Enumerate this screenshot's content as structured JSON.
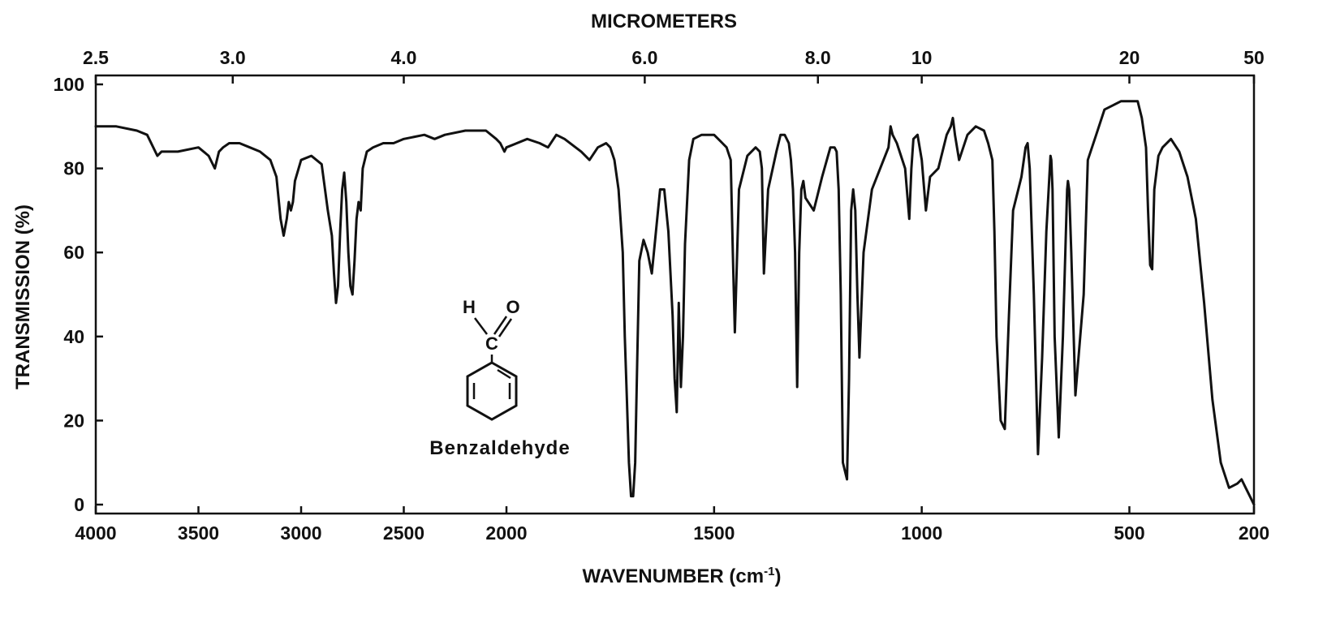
{
  "colors": {
    "line": "#111111",
    "background": "#ffffff"
  },
  "chart_data": {
    "type": "line",
    "title": "",
    "xlabel": "WAVENUMBER (cm",
    "xlabel_superscript": "-1",
    "xlabel_suffix": ")",
    "top_axis_label": "MICROMETERS",
    "ylabel": "TRANSMISSION (%)",
    "xlim": [
      4000,
      200
    ],
    "ylim": [
      0,
      100
    ],
    "x_axis_reversed": true,
    "grid": false,
    "legend": "none",
    "annotation": "Benzaldehyde",
    "structure_atoms": [
      "H",
      "O",
      "C"
    ],
    "bottom_ticks": [
      4000,
      3500,
      3000,
      2500,
      2000,
      1500,
      1000,
      500,
      200
    ],
    "bottom_tick_labels": [
      "4000",
      "3500",
      "3000",
      "2500",
      "2000",
      "1500",
      "1000",
      "500",
      "200"
    ],
    "top_ticks": [
      {
        "label": "2.5",
        "wavenumber": 4000
      },
      {
        "label": "3.0",
        "wavenumber": 3333
      },
      {
        "label": "4.0",
        "wavenumber": 2500
      },
      {
        "label": "6.0",
        "wavenumber": 1667
      },
      {
        "label": "8.0",
        "wavenumber": 1250
      },
      {
        "label": "10",
        "wavenumber": 1000
      },
      {
        "label": "20",
        "wavenumber": 500
      },
      {
        "label": "50",
        "wavenumber": 200
      }
    ],
    "y_ticks": [
      0,
      20,
      40,
      60,
      80,
      100
    ],
    "y_tick_labels": [
      "0",
      "20",
      "40",
      "60",
      "80",
      "100"
    ],
    "series": [
      {
        "x": [
          4000,
          3900,
          3800,
          3750,
          3700,
          3680,
          3600,
          3500,
          3450,
          3420,
          3400,
          3380,
          3350,
          3300,
          3250,
          3200,
          3150,
          3120,
          3100,
          3085,
          3070,
          3060,
          3050,
          3040,
          3030,
          3000,
          2950,
          2900,
          2870,
          2850,
          2840,
          2830,
          2820,
          2810,
          2800,
          2790,
          2780,
          2770,
          2760,
          2750,
          2740,
          2730,
          2720,
          2710,
          2700,
          2680,
          2650,
          2600,
          2550,
          2500,
          2400,
          2350,
          2300,
          2200,
          2100,
          2050,
          2030,
          2010,
          2000,
          1950,
          1920,
          1900,
          1880,
          1860,
          1820,
          1800,
          1780,
          1760,
          1750,
          1740,
          1730,
          1720,
          1715,
          1710,
          1705,
          1700,
          1695,
          1690,
          1685,
          1680,
          1670,
          1660,
          1650,
          1640,
          1630,
          1620,
          1610,
          1600,
          1595,
          1590,
          1585,
          1580,
          1575,
          1570,
          1560,
          1550,
          1530,
          1500,
          1480,
          1470,
          1460,
          1455,
          1450,
          1440,
          1420,
          1400,
          1390,
          1385,
          1380,
          1370,
          1350,
          1340,
          1330,
          1320,
          1315,
          1310,
          1305,
          1300,
          1295,
          1290,
          1285,
          1280,
          1260,
          1240,
          1220,
          1210,
          1205,
          1200,
          1195,
          1190,
          1180,
          1175,
          1170,
          1165,
          1160,
          1155,
          1150,
          1140,
          1120,
          1100,
          1080,
          1075,
          1070,
          1060,
          1040,
          1030,
          1025,
          1020,
          1010,
          1000,
          990,
          980,
          960,
          940,
          930,
          925,
          920,
          910,
          890,
          870,
          850,
          840,
          830,
          825,
          820,
          810,
          800,
          790,
          780,
          760,
          750,
          745,
          740,
          730,
          720,
          710,
          700,
          690,
          688,
          685,
          680,
          670,
          660,
          650,
          648,
          645,
          640,
          630,
          610,
          600,
          580,
          560,
          540,
          520,
          500,
          480,
          470,
          460,
          455,
          450,
          445,
          440,
          430,
          420,
          400,
          380,
          360,
          340,
          320,
          300,
          280,
          260,
          240,
          230,
          220,
          210,
          200
        ],
        "y": [
          90,
          90,
          89,
          88,
          83,
          84,
          84,
          85,
          83,
          80,
          84,
          85,
          86,
          86,
          85,
          84,
          82,
          78,
          68,
          64,
          68,
          72,
          70,
          72,
          77,
          82,
          83,
          81,
          70,
          64,
          55,
          48,
          52,
          65,
          75,
          79,
          72,
          60,
          52,
          50,
          58,
          68,
          72,
          70,
          80,
          84,
          85,
          86,
          86,
          87,
          88,
          87,
          88,
          89,
          89,
          87,
          86,
          84,
          85,
          87,
          86,
          85,
          88,
          87,
          84,
          82,
          85,
          86,
          85,
          82,
          75,
          60,
          40,
          25,
          10,
          2,
          2,
          10,
          35,
          58,
          63,
          60,
          55,
          65,
          75,
          75,
          65,
          45,
          30,
          22,
          48,
          28,
          40,
          62,
          82,
          87,
          88,
          88,
          86,
          85,
          82,
          60,
          41,
          75,
          83,
          85,
          84,
          80,
          55,
          75,
          84,
          88,
          88,
          86,
          82,
          75,
          60,
          28,
          60,
          75,
          77,
          73,
          70,
          78,
          85,
          85,
          84,
          75,
          50,
          10,
          6,
          30,
          70,
          75,
          70,
          50,
          35,
          60,
          75,
          80,
          85,
          90,
          88,
          86,
          80,
          68,
          80,
          87,
          88,
          82,
          70,
          78,
          80,
          88,
          90,
          92,
          88,
          82,
          88,
          90,
          89,
          86,
          82,
          65,
          40,
          20,
          18,
          45,
          70,
          78,
          85,
          86,
          80,
          50,
          12,
          35,
          65,
          83,
          82,
          75,
          40,
          16,
          40,
          75,
          77,
          75,
          60,
          26,
          50,
          82,
          88,
          94,
          95,
          96,
          96,
          96,
          92,
          85,
          70,
          57,
          56,
          75,
          83,
          85,
          87,
          84,
          78,
          68,
          48,
          25,
          10,
          4,
          5,
          6,
          4,
          2,
          0
        ]
      }
    ]
  }
}
